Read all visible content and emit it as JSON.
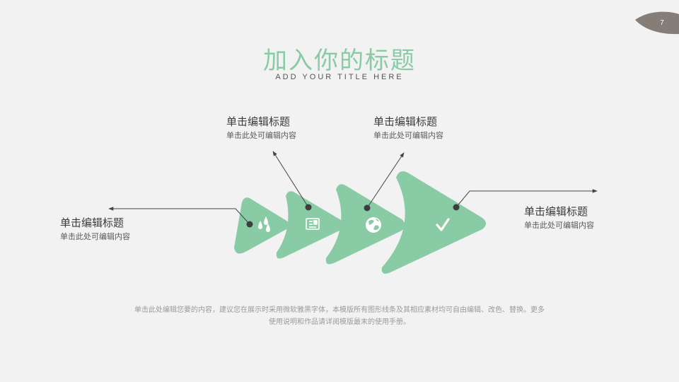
{
  "slide": {
    "page_number": "7",
    "title": "加入你的标题",
    "subtitle": "ADD YOUR TITLE HERE"
  },
  "callouts": [
    {
      "id": "left",
      "heading": "单击编辑标题",
      "desc": "单击此处可编辑内容",
      "icon": "water-drops-icon"
    },
    {
      "id": "top-left",
      "heading": "单击编辑标题",
      "desc": "单击此处可编辑内容",
      "icon": "newspaper-icon"
    },
    {
      "id": "top-right",
      "heading": "单击编辑标题",
      "desc": "单击此处可编辑内容",
      "icon": "globe-icon"
    },
    {
      "id": "right",
      "heading": "单击编辑标题",
      "desc": "单击此处可编辑内容",
      "icon": "checkmark-icon"
    }
  ],
  "footer": "单击此处编辑您要的内容，建议您在展示时采用微软雅黑字体，本模版所有图形线条及其相应素材均可自由编辑、改色、替换。更多使用说明和作品请详阅模版最末的使用手册。",
  "colors": {
    "accent_green": "#88cba5",
    "leaf_brown": "#857d78",
    "background": "#f2f2f2",
    "line": "#444444"
  }
}
